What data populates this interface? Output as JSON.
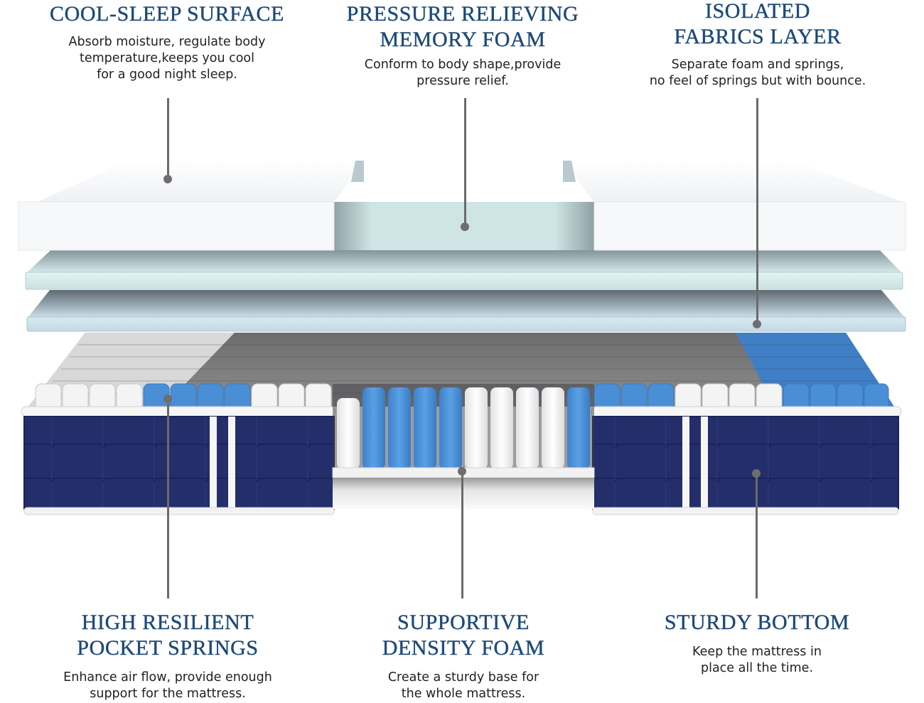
{
  "callouts": [
    {
      "id": "cool-sleep-surface",
      "title_lines": [
        "COOL-SLEEP SURFACE"
      ],
      "desc_lines": [
        "Absorb moisture, regulate body",
        "temperature,keeps you cool",
        "for a good night sleep."
      ]
    },
    {
      "id": "pressure-relieving-memory-foam",
      "title_lines": [
        "PRESSURE RELIEVING",
        "MEMORY FOAM"
      ],
      "desc_lines": [
        "Conform to body shape,provide",
        "pressure relief."
      ]
    },
    {
      "id": "isolated-fabrics-layer",
      "title_lines": [
        "ISOLATED",
        "FABRICS LAYER"
      ],
      "desc_lines": [
        "Separate foam and springs,",
        "no feel of springs but with bounce."
      ]
    },
    {
      "id": "high-resilient-pocket-springs",
      "title_lines": [
        "HIGH RESILIENT",
        "POCKET SPRINGS"
      ],
      "desc_lines": [
        "Enhance air flow, provide enough",
        "support for the mattress."
      ]
    },
    {
      "id": "supportive-density-foam",
      "title_lines": [
        "SUPPORTIVE",
        "DENSITY FOAM"
      ],
      "desc_lines": [
        "Create a sturdy base for",
        "the whole mattress."
      ]
    },
    {
      "id": "sturdy-bottom",
      "title_lines": [
        "STURDY BOTTOM"
      ],
      "desc_lines": [
        "Keep the mattress in",
        "place all the time."
      ]
    }
  ],
  "colors": {
    "title": "#1d4a78",
    "body_text": "#222222",
    "leader_line": "#6b6b6b",
    "navy_fabric": "#232e6b",
    "spring_blue": "#4a8fd6",
    "spring_white": "#f4f4f4",
    "memory_foam": "#d6ecec",
    "fabric_layer": "#cfe3ec"
  }
}
